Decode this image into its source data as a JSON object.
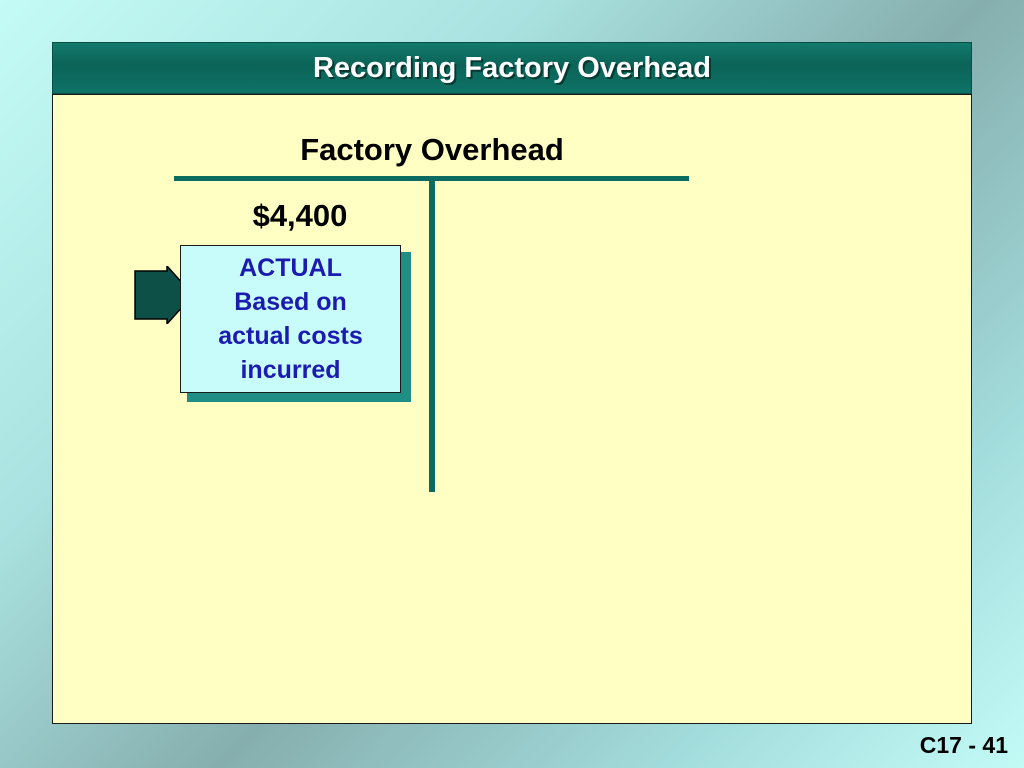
{
  "title": "Recording Factory Overhead",
  "t_account": {
    "name": "Factory Overhead",
    "debit_amount": "$4,400"
  },
  "callout": {
    "lines": [
      "ACTUAL",
      "Based on",
      "actual costs",
      "incurred"
    ]
  },
  "slide_number": "C17 - 41",
  "colors": {
    "title_bar": "#0b6357",
    "panel_background": "#ffffc4",
    "t_account_line": "#0b6b61",
    "callout_background": "#c8fcfb",
    "callout_text": "#1b1bb0",
    "arrow_fill": "#0d5048"
  }
}
